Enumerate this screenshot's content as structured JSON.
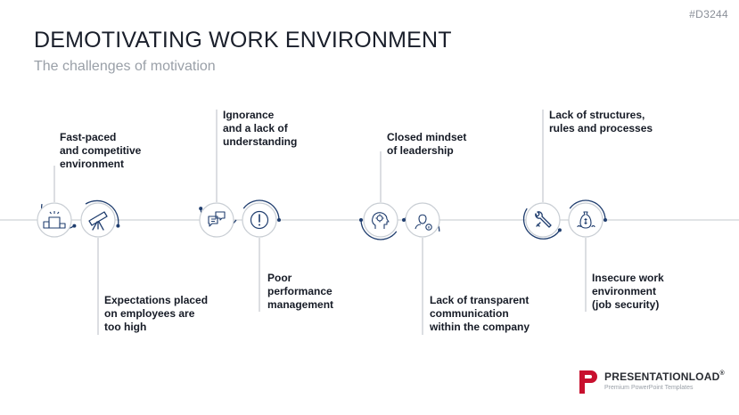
{
  "slide": {
    "code": "#D3244",
    "title": "DEMOTIVATING WORK ENVIRONMENT",
    "subtitle": "The challenges of motivation"
  },
  "items": [
    {
      "label": "Fast-paced\nand competitive\nenvironment",
      "icon": "podium-icon"
    },
    {
      "label": "Expectations placed\non employees are\ntoo high",
      "icon": "telescope-icon"
    },
    {
      "label": "Ignorance\nand a lack of\nunderstanding",
      "icon": "speech-bubbles-icon"
    },
    {
      "label": "Poor\nperformance\nmanagement",
      "icon": "exclamation-icon"
    },
    {
      "label": "Closed mindset\nof leadership",
      "icon": "brain-head-icon"
    },
    {
      "label": "Lack of transparent\ncommunication\nwithin the company",
      "icon": "person-info-icon"
    },
    {
      "label": "Lack of structures,\nrules and processes",
      "icon": "tools-icon"
    },
    {
      "label": "Insecure work\nenvironment\n(job security)",
      "icon": "money-bag-icon"
    }
  ],
  "logo": {
    "brand_bold": "PRESENTATION",
    "brand_light": "LOAD",
    "registered": "®",
    "tagline": "Premium PowerPoint Templates"
  },
  "colors": {
    "accent": "#1f3d6e",
    "line": "#cfd3d8",
    "logo_red": "#c8102e"
  }
}
